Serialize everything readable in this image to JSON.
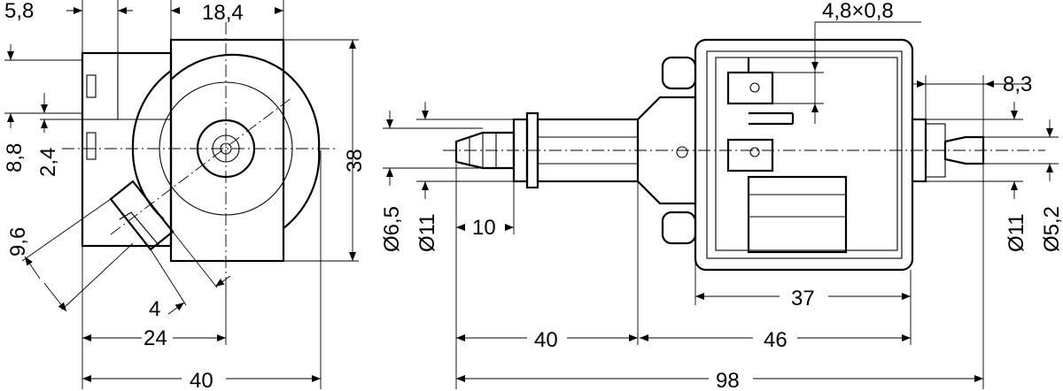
{
  "title": "Pump dimensional drawing",
  "side_view": {
    "dims": {
      "terminal_width": "5,8",
      "body_width": "18,4",
      "height_offset": "8,8",
      "small_offset": "2,4",
      "total_height": "38",
      "diag_length": "9,6",
      "diag_small": "4",
      "center_distance": "24",
      "total_width": "40"
    }
  },
  "front_view": {
    "dims": {
      "terminal_size": "4,8×0,8",
      "outlet_length": "8,3",
      "inlet_diameter_small": "Ø6,5",
      "inlet_diameter_large": "Ø11",
      "inlet_length": "10",
      "body_length": "37",
      "inlet_section": "40",
      "body_section": "46",
      "total_length": "98",
      "outlet_diameter_large": "Ø11",
      "outlet_diameter_small": "Ø5,2"
    }
  }
}
